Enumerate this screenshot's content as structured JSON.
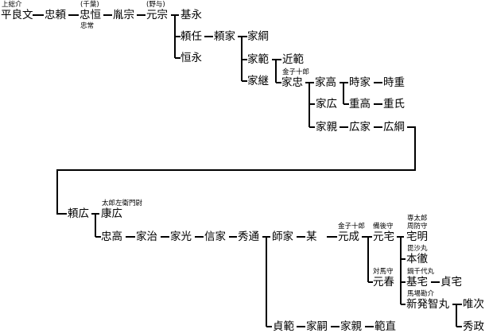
{
  "nodes": {
    "taira_yoshifumi": "平良文",
    "tadayori": "忠頼",
    "tadatsune": "忠恒",
    "tanemune": "胤宗",
    "motomune": "元宗",
    "motonaga": "基永",
    "yorito": "頼任",
    "yoriie": "頼家",
    "ienaga_1": "家綱",
    "tsunenaga": "恒永",
    "ienori": "家範",
    "chikanori": "近範",
    "ietsugu": "家継",
    "ietada": "家忠",
    "ietaka": "家高",
    "tokiie": "時家",
    "tokishige": "時重",
    "shigetaka": "重高",
    "shigeuji": "重氏",
    "iehiro": "家広",
    "ietika": "家親",
    "hiroie": "広家",
    "hirotsuna": "広綱",
    "yorihiro": "頼広",
    "yasuhiro": "康広",
    "tadataka": "忠高",
    "ieharu": "家治",
    "iemitsu": "家光",
    "nobuie": "信家",
    "hidemichi": "秀通",
    "moroie": "師家",
    "bou": "某",
    "motonari": "元成",
    "motoie": "元宅",
    "motoharu": "元春",
    "takuaki": "宅明",
    "hontetsu": "本徹",
    "motoie2": "基宅",
    "teitaku": "貞宅",
    "shinpatsu": "新発智丸",
    "yuiji": "唯次",
    "hidemasa": "秀政",
    "sadanori": "貞範",
    "ietsugu2": "家嗣",
    "iechika2": "家親",
    "norinao": "範直"
  },
  "notes": {
    "kazusa": "上総介",
    "chiba": "(千葉)",
    "tadatsune_alt": "忠常",
    "noyo": "(野与)",
    "kaneko_1": "金子十郎",
    "taro_saemon": "太郎左衛門尉",
    "kaneko_2": "金子十郎",
    "bingo": "備後守",
    "tsushima": "対馬守",
    "sentaro": "専太郎",
    "suo": "周防守",
    "bishamon": "毘沙丸",
    "nabechiyo": "鍋千代丸",
    "bababa": "馬場勘介"
  }
}
